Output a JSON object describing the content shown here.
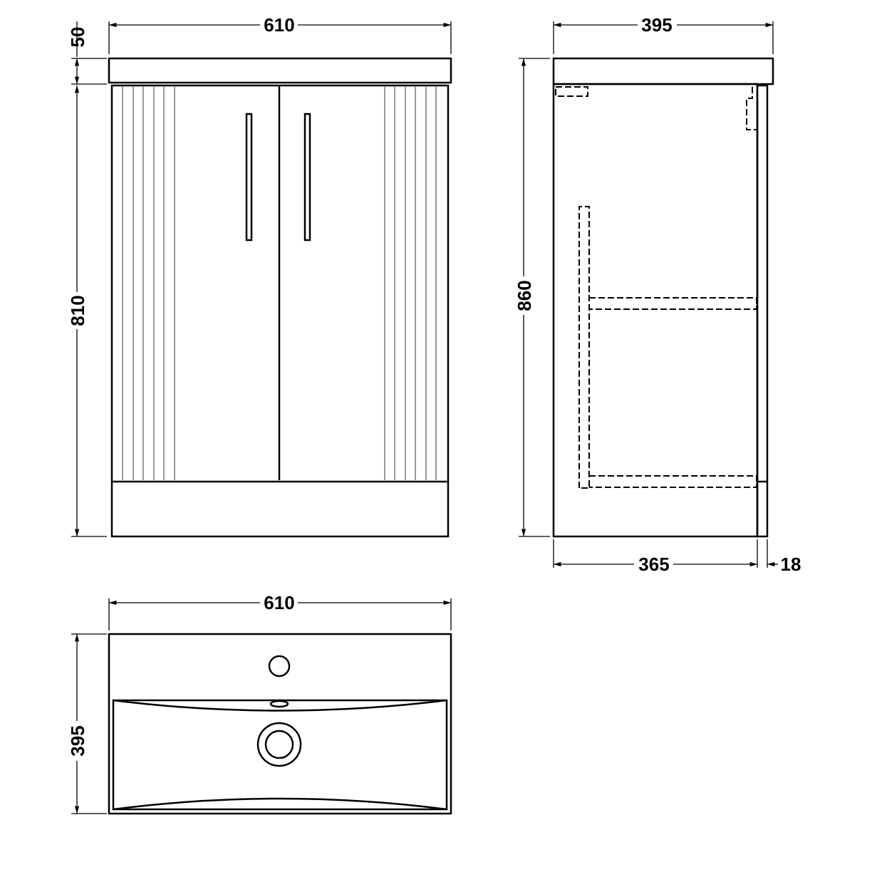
{
  "front_view": {
    "width": "610",
    "top_height": "50",
    "body_height": "810"
  },
  "side_view": {
    "width": "395",
    "height": "860",
    "carcass_depth": "365",
    "door_thickness": "18"
  },
  "plan_view": {
    "width": "610",
    "depth": "395"
  },
  "colors": {
    "line": "#000000",
    "flute": "#999999",
    "background": "#ffffff"
  }
}
